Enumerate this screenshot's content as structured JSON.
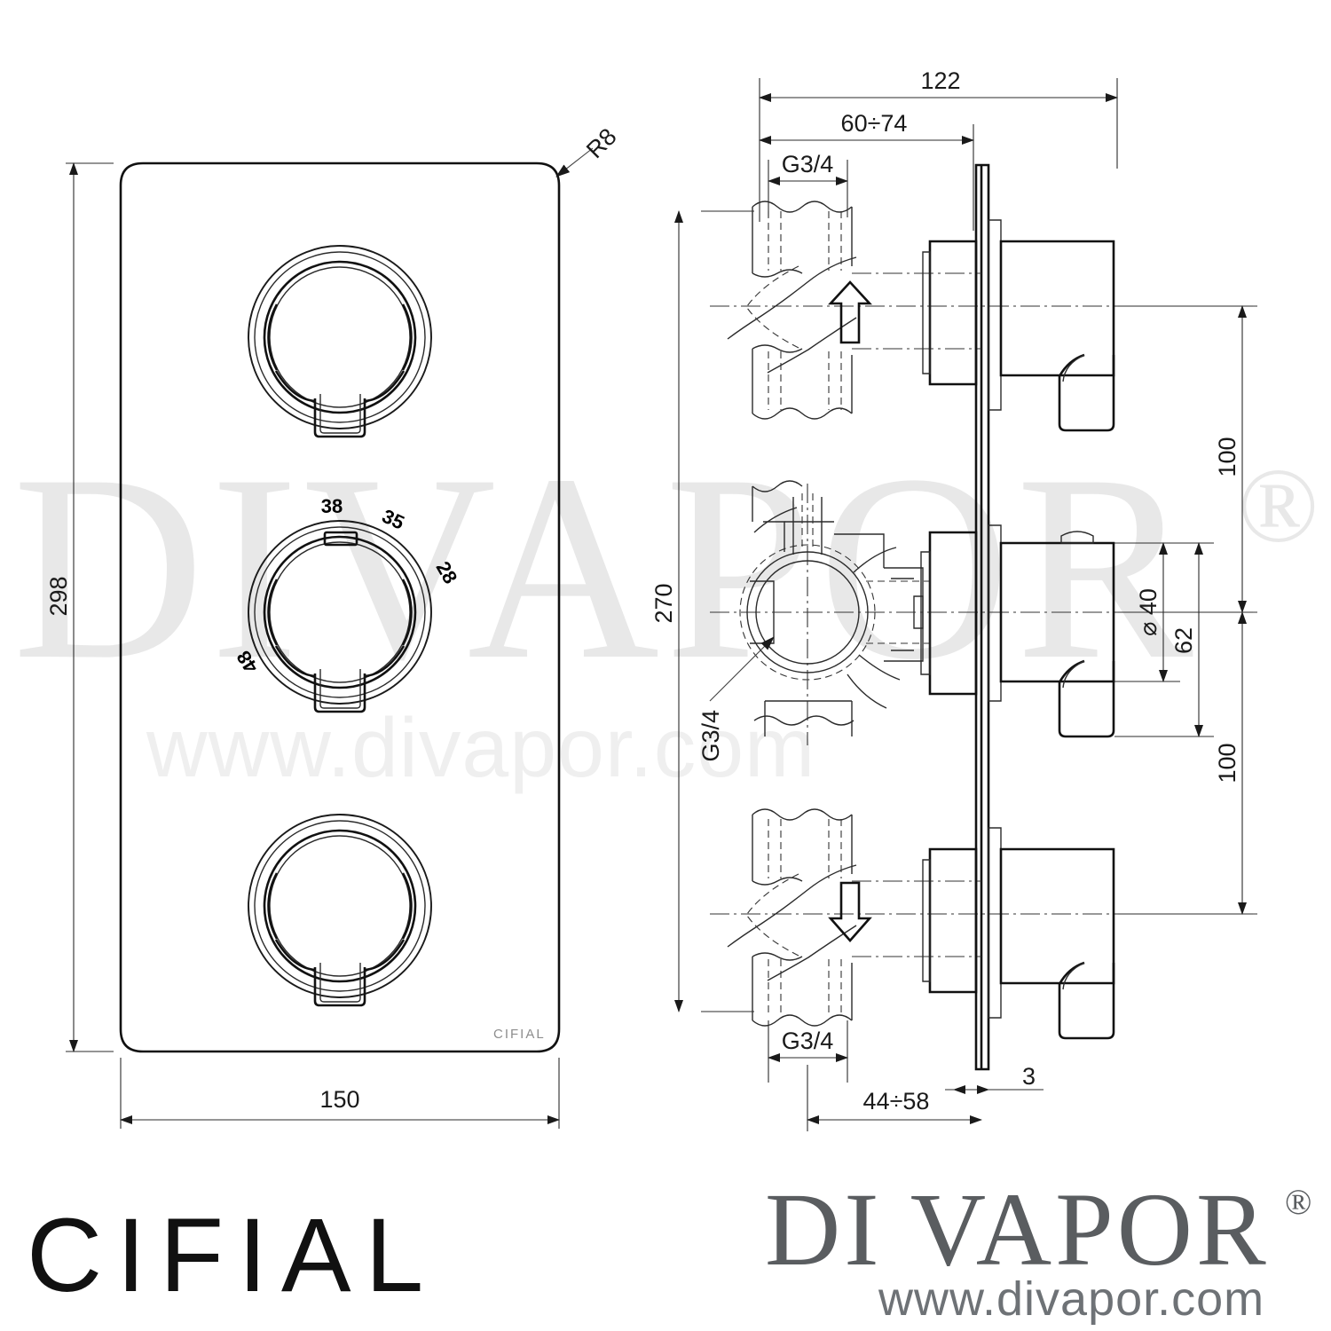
{
  "document": {
    "type": "technical-dimension-drawing",
    "subject": "Cifial concealed thermostatic shower valve - 3 control triple plate"
  },
  "watermark": {
    "brand": "DIVAPOR",
    "registered_mark": "®",
    "url": "www.divapor.com"
  },
  "front_view": {
    "label": "front-elevation",
    "plate_brand": "CIFIAL",
    "corner_radius_label": "R8",
    "height_dimension": "298",
    "width_dimension": "150",
    "temperature_scale": {
      "ticks": [
        "38",
        "35",
        "28",
        "48"
      ]
    },
    "controls": [
      {
        "name": "upper-diverter-handle",
        "position": "top"
      },
      {
        "name": "thermostatic-temperature-handle",
        "position": "middle"
      },
      {
        "name": "lower-flow-handle",
        "position": "bottom"
      }
    ]
  },
  "side_view": {
    "label": "side-section",
    "dimensions": {
      "overall_depth": "122",
      "rough_in_range": "60÷74",
      "wall_range": "44÷58",
      "plate_thickness": "3",
      "overall_height": "270",
      "spacing_upper": "100",
      "spacing_lower": "100",
      "handle_diameter": "⌀ 40",
      "escutcheon_diameter": "62"
    },
    "thread_labels": {
      "top": "G3/4",
      "middle": "G3/4",
      "bottom": "G3/4"
    },
    "flow_arrows": [
      {
        "name": "inlet-flow-arrow-up",
        "direction": "up"
      },
      {
        "name": "outlet-flow-arrow-down",
        "direction": "down"
      }
    ]
  },
  "footer": {
    "manufacturer_logo": "CIFIAL",
    "supplier_logo": "DI VAPOR",
    "supplier_registered": "®",
    "supplier_url": "www.divapor.com"
  }
}
